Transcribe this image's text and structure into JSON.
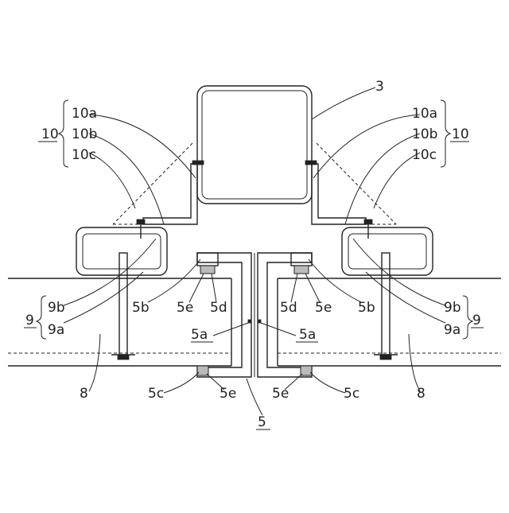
{
  "labels": {
    "ref_3": "3",
    "ref_10_left": "10",
    "ref_10_right": "10",
    "ref_10a_left": "10a",
    "ref_10b_left": "10b",
    "ref_10c_left": "10c",
    "ref_10a_right": "10a",
    "ref_10b_right": "10b",
    "ref_10c_right": "10c",
    "ref_9_left": "9",
    "ref_9_right": "9",
    "ref_9a_left": "9a",
    "ref_9b_left": "9b",
    "ref_9a_right": "9a",
    "ref_9b_right": "9b",
    "ref_5b_left": "5b",
    "ref_5b_right": "5b",
    "ref_5e_upper_left": "5e",
    "ref_5e_upper_right": "5e",
    "ref_5d_left": "5d",
    "ref_5d_right": "5d",
    "ref_5a_left": "5a",
    "ref_5a_right": "5a",
    "ref_5c_left": "5c",
    "ref_5c_right": "5c",
    "ref_5e_lower_left": "5e",
    "ref_5e_lower_right": "5e",
    "ref_8_left": "8",
    "ref_8_right": "8",
    "ref_5": "5"
  }
}
